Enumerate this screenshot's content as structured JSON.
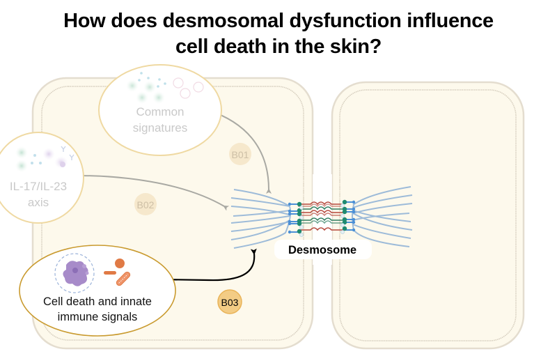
{
  "title": {
    "line1": "How does desmosomal dysfunction influence",
    "line2": "cell death in the skin?"
  },
  "nodes": {
    "common_signatures": {
      "line1": "Common",
      "line2": "signatures",
      "state": "faded",
      "icon": "cells-and-vesicles-icon"
    },
    "il17_axis": {
      "line1": "IL-17/IL-23",
      "line2": "axis",
      "state": "faded",
      "icon": "immune-cells-antibodies-icon"
    },
    "cell_death": {
      "line1": "Cell death and innate",
      "line2": "immune signals",
      "state": "active",
      "icon": "dying-cell-and-bacteria-icon"
    },
    "desmosome": {
      "label": "Desmosome",
      "icon": "desmosome-junction-icon"
    }
  },
  "badges": [
    {
      "label": "B01",
      "state": "faded"
    },
    {
      "label": "B02",
      "state": "faded"
    },
    {
      "label": "B03",
      "state": "active"
    }
  ],
  "colors": {
    "cell_fill": "#fdf9ec",
    "cell_border": "#d8d2c4",
    "ellipse_border": "#e8c36a",
    "active_ellipse_border": "#c99a2e",
    "badge_faded": "#f4e4c4",
    "badge_active": "#f2c87a",
    "filament": "#8fb2d4",
    "cadherin_red": "#b5473a",
    "cadherin_green": "#2e7d5f",
    "plaque_teal": "#1f8a70",
    "arrow_faded": "#a9a9a3",
    "arrow_active": "#000000"
  }
}
